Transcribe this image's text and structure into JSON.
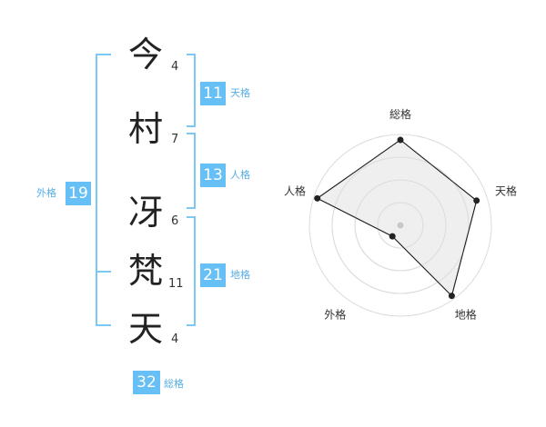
{
  "name": {
    "characters": [
      {
        "char": "今",
        "strokes": "4"
      },
      {
        "char": "村",
        "strokes": "7"
      },
      {
        "char": "冴",
        "strokes": "6"
      },
      {
        "char": "梵",
        "strokes": "11"
      },
      {
        "char": "天",
        "strokes": "4"
      }
    ]
  },
  "fortune": {
    "tenkaku": {
      "label": "天格",
      "value": "11"
    },
    "jinkaku": {
      "label": "人格",
      "value": "13"
    },
    "chikaku": {
      "label": "地格",
      "value": "21"
    },
    "gaikaku": {
      "label": "外格",
      "value": "19"
    },
    "soukaku": {
      "label": "総格",
      "value": "32"
    }
  },
  "radar": {
    "axes": [
      "総格",
      "天格",
      "地格",
      "外格",
      "人格"
    ],
    "values": [
      0.94,
      0.88,
      0.96,
      0.15,
      0.96
    ],
    "levels": 4,
    "colors": {
      "grid": "#dcdcdc",
      "fill": "#ececec",
      "line": "#222222",
      "point": "#222222",
      "center": "#c8c8c8"
    }
  },
  "colors": {
    "accent": "#66bff5",
    "bracket": "#7cc8f4",
    "label": "#55aee6"
  }
}
